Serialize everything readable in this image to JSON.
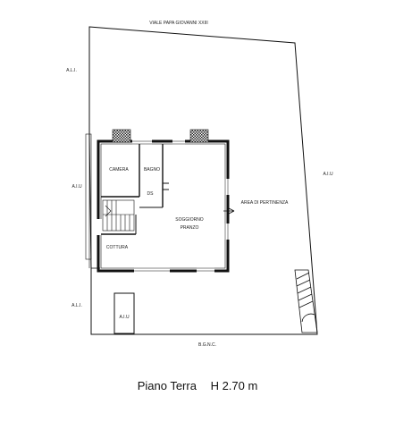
{
  "labels": {
    "top_street": "VIALE PAPA GIOVANNI XXIII",
    "left_upper": "A.L.I.",
    "left_middle": "A.I.U",
    "left_lower": "A.L.I.",
    "right_side": "A.I.U",
    "bottom_street": "B.G.N.C.",
    "parking_box": "A.I.U",
    "rooms": {
      "camera": "CAMERA",
      "bagno": "BAGNO",
      "ds": "DS",
      "soggiorno_line1": "SOGGIORNO",
      "soggiorno_line2": "PRANZO",
      "cottura": "COTTURA",
      "area_pertinenza": "AREA DI PERTINENZA"
    }
  },
  "caption": {
    "floor": "Piano Terra",
    "height": "H 2.70 m"
  }
}
